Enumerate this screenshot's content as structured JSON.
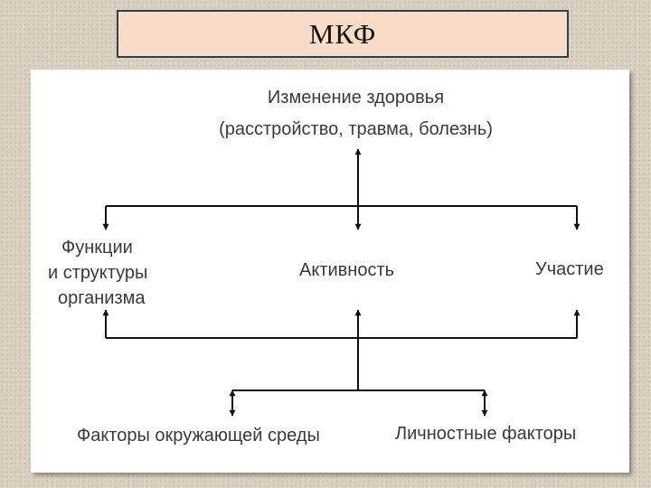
{
  "slide": {
    "title": "МКФ"
  },
  "diagram": {
    "health_condition": {
      "line1": "Изменение здоровья",
      "line2": "(расстройство, травма, болезнь)"
    },
    "body_functions": {
      "line1": "Функции",
      "line2": "и структуры",
      "line3": "организма"
    },
    "activity": "Активность",
    "participation": "Участие",
    "environmental_factors": "Факторы окружающей среды",
    "personal_factors": "Личностные факторы",
    "colors": {
      "line": "#111111",
      "text": "#3a3a3a",
      "title_fill": "#f8dcc7",
      "title_border": "#2f3f55"
    }
  }
}
